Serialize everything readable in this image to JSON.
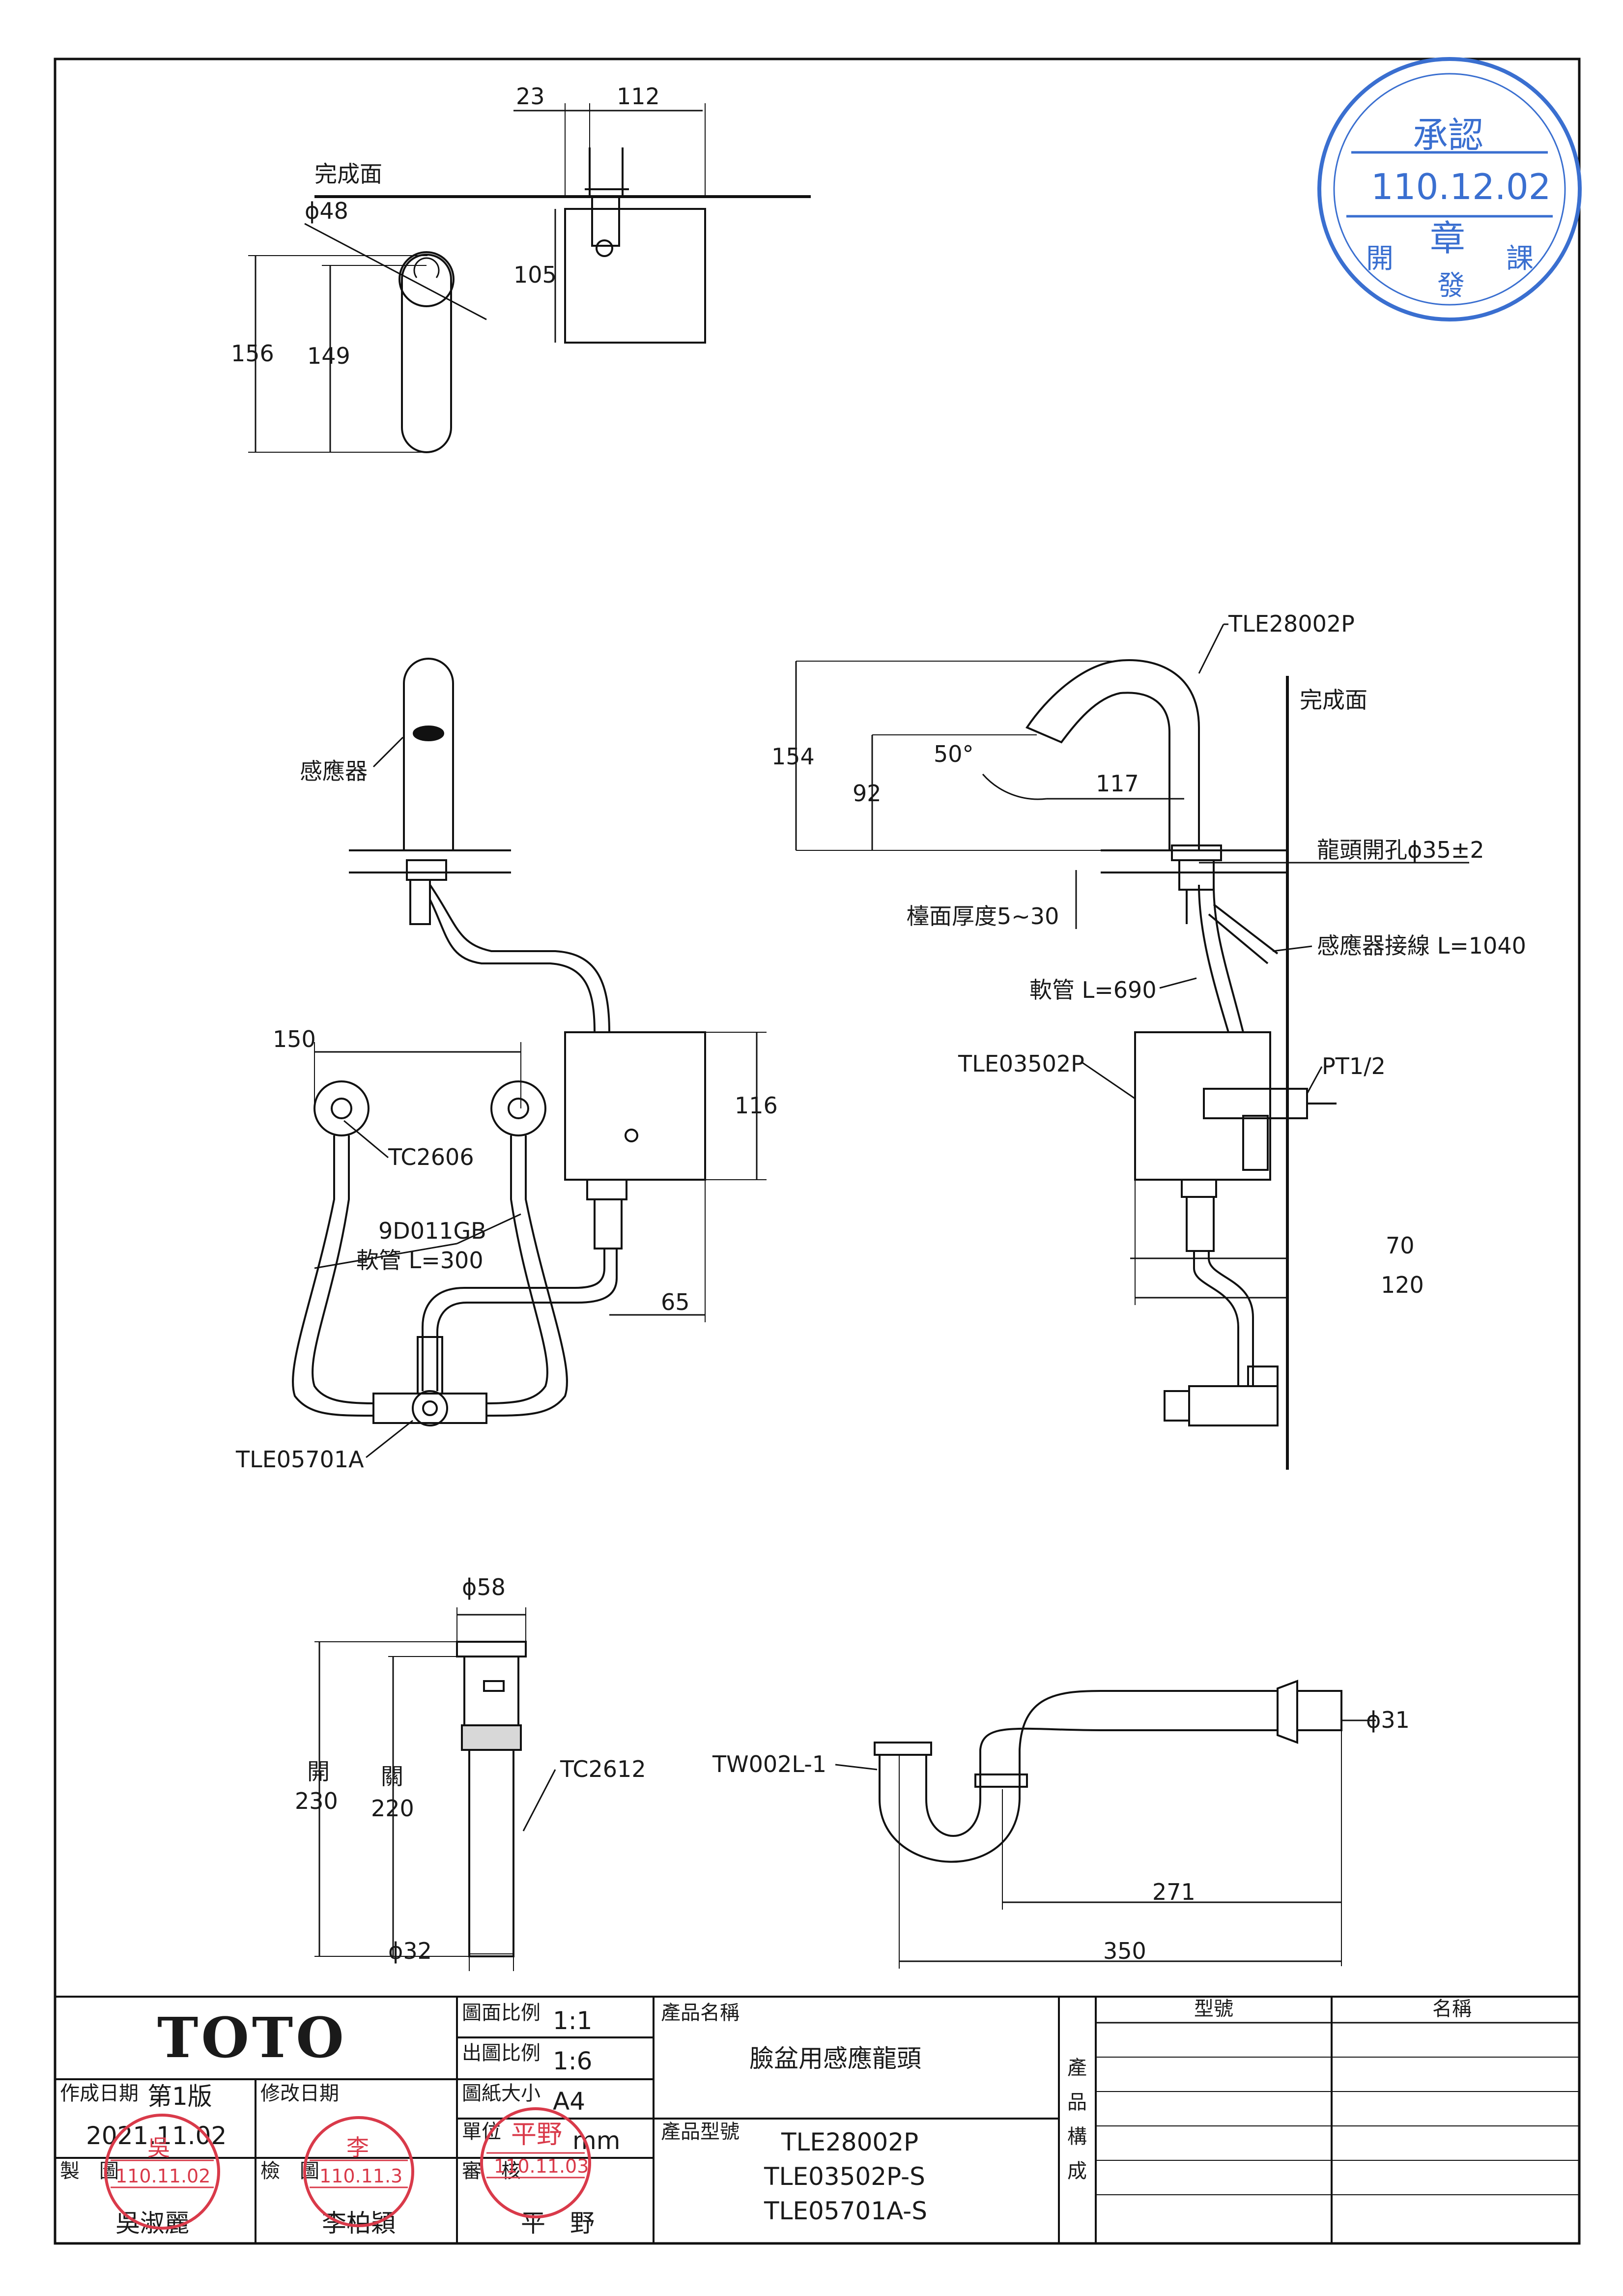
{
  "top_view": {
    "finish_surface": "完成面",
    "dim_23": "23",
    "dim_112": "112",
    "dim_phi48": "ϕ48",
    "dim_105": "105",
    "dim_156": "156",
    "dim_149": "149"
  },
  "front_view": {
    "sensor": "感應器",
    "dim_150": "150",
    "dim_116": "116",
    "tc2606": "TC2606",
    "hose_code": "9D011GB",
    "hose_len": "軟管 L=300",
    "dim_65": "65",
    "tle05701a": "TLE05701A"
  },
  "side_view": {
    "tle28002p": "TLE28002P",
    "finish_surface": "完成面",
    "dim_154": "154",
    "angle_50": "50°",
    "dim_92": "92",
    "dim_117": "117",
    "tap_hole": "龍頭開孔ϕ35±2",
    "counter_thickness": "檯面厚度5~30",
    "sensor_wire": "感應器接線 L=1040",
    "hose_690": "軟管 L=690",
    "tle03502p": "TLE03502P",
    "pt12": "PT1/2",
    "dim_70": "70",
    "dim_120": "120"
  },
  "drain_view": {
    "dim_phi58": "ϕ58",
    "open_label": "開",
    "open_230": "230",
    "closed_label": "關",
    "closed_220": "220",
    "tc2612": "TC2612",
    "dim_phi32": "ϕ32"
  },
  "trap_view": {
    "tw002l": "TW002L-1",
    "dim_phi31": "ϕ31",
    "dim_271": "271",
    "dim_350": "350"
  },
  "title_block": {
    "brand": "TOTO",
    "scale_drawing_label": "圖面比例",
    "scale_drawing_value": "1:1",
    "scale_print_label": "出圖比例",
    "scale_print_value": "1:6",
    "paper_label": "圖紙大小",
    "paper_value": "A4",
    "unit_label": "單位",
    "unit_value": "mm",
    "product_name_label": "產品名稱",
    "product_name_value": "臉盆用感應龍頭",
    "product_model_label": "產品型號",
    "product_models": [
      "TLE28002P",
      "TLE03502P-S",
      "TLE05701A-S"
    ],
    "created_label": "作成日期",
    "edition": "第1版",
    "created_date": "2021.11.02",
    "revised_label": "修改日期",
    "drawn_label": "製　圖",
    "drawn_name": "吳淑麗",
    "checked_label": "檢　圖",
    "checked_name": "李柏穎",
    "reviewed_label": "審　核",
    "reviewed_name": "平　野",
    "composition_label": "產品構成",
    "composition_chars": [
      "產",
      "品",
      "構",
      "成"
    ],
    "col_model": "型號",
    "col_name": "名稱"
  },
  "stamps": {
    "approval_title": "承認",
    "approval_date": "110.12.02",
    "approval_center": "章",
    "approval_bottom": [
      "開",
      "發",
      "課"
    ],
    "drawn_stamp_date": "110.11.02",
    "drawn_stamp_name": "吳",
    "checked_stamp_date": "110.11.3",
    "checked_stamp_name": "李",
    "reviewed_stamp_date": "110.11.03",
    "reviewed_stamp_name": "平野"
  }
}
